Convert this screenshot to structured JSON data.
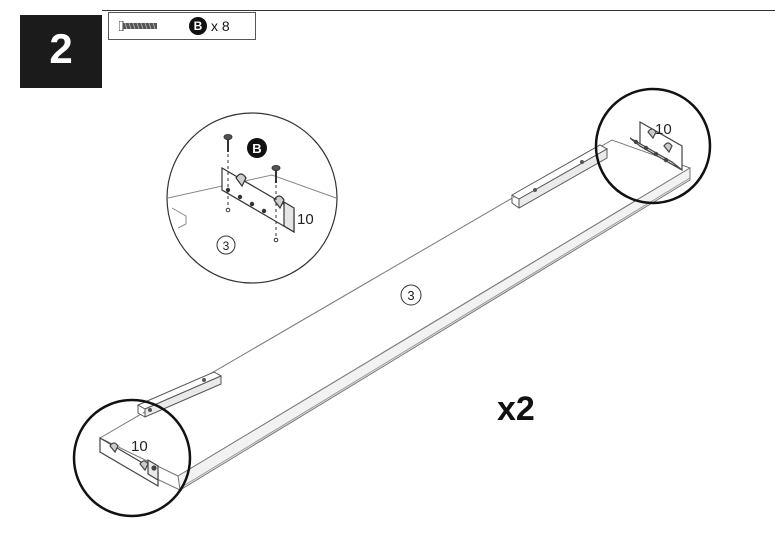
{
  "step": {
    "number": "2"
  },
  "parts": {
    "part_letter": "B",
    "quantity_text": "x 8"
  },
  "labels": {
    "panel_number": "3",
    "bracket_number": "10",
    "detail_panel_number": "3",
    "detail_bracket_number": "10",
    "detail_part_letter": "B",
    "end_bracket_top": "10",
    "end_bracket_bottom": "10"
  },
  "multiplier": "x2"
}
